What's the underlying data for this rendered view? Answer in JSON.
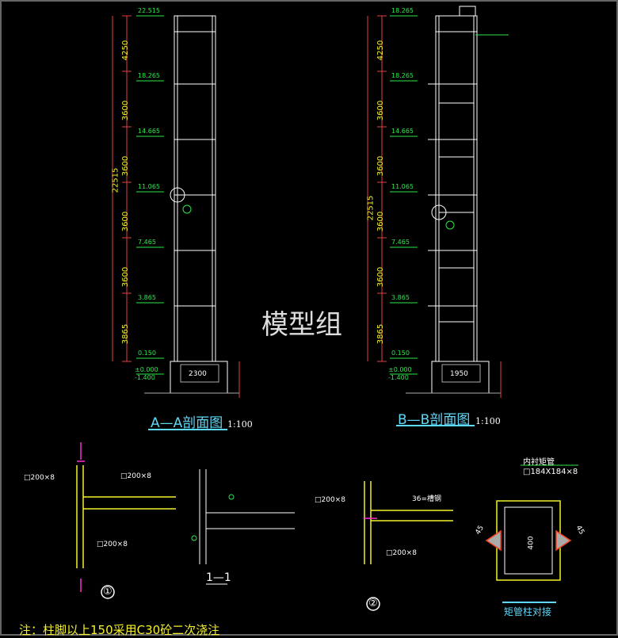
{
  "sections": [
    {
      "title": "A—A剖面图",
      "scale": "1:100",
      "total_height": "22515",
      "width_dim": "2300",
      "levels": [
        "22.515",
        "18.265",
        "14.665",
        "11.065",
        "7.465",
        "3.865",
        "0.150",
        "±0.000",
        "-1.400"
      ],
      "spans": [
        "4250",
        "3600",
        "3600",
        "3600",
        "3600",
        "3865"
      ]
    },
    {
      "title": "B—B剖面图",
      "scale": "1:100",
      "total_height": "22515",
      "width_dim": "1950",
      "levels": [
        "18.265",
        "18.265",
        "14.665",
        "11.065",
        "7.465",
        "3.865",
        "0.150",
        "±0.000",
        "-1.400"
      ],
      "spans": [
        "4250",
        "3600",
        "3600",
        "3600",
        "3600",
        "3865"
      ]
    }
  ],
  "watermark": "模型组",
  "details": {
    "detail1": {
      "label": "①",
      "col": "□200×8",
      "beam": "□200×8",
      "col2": "□200×8"
    },
    "section11": {
      "label": "1—1"
    },
    "detail2": {
      "label": "②",
      "col": "□200×8",
      "beam": "□200×8",
      "rib": "36=槽钢"
    },
    "joint": {
      "title": "矩管柱对接",
      "liner": "内衬矩管",
      "liner_size": "□184X184×8",
      "dim": "400",
      "angle": "45"
    }
  },
  "note": "注：柱脚以上150采用C30砼二次浇注",
  "colors": {
    "title": "#5fd7f7",
    "frame": "#ffffff",
    "dims": "#f4f12a",
    "levels": "#2ee84a",
    "dim_lines": "#e04040"
  }
}
